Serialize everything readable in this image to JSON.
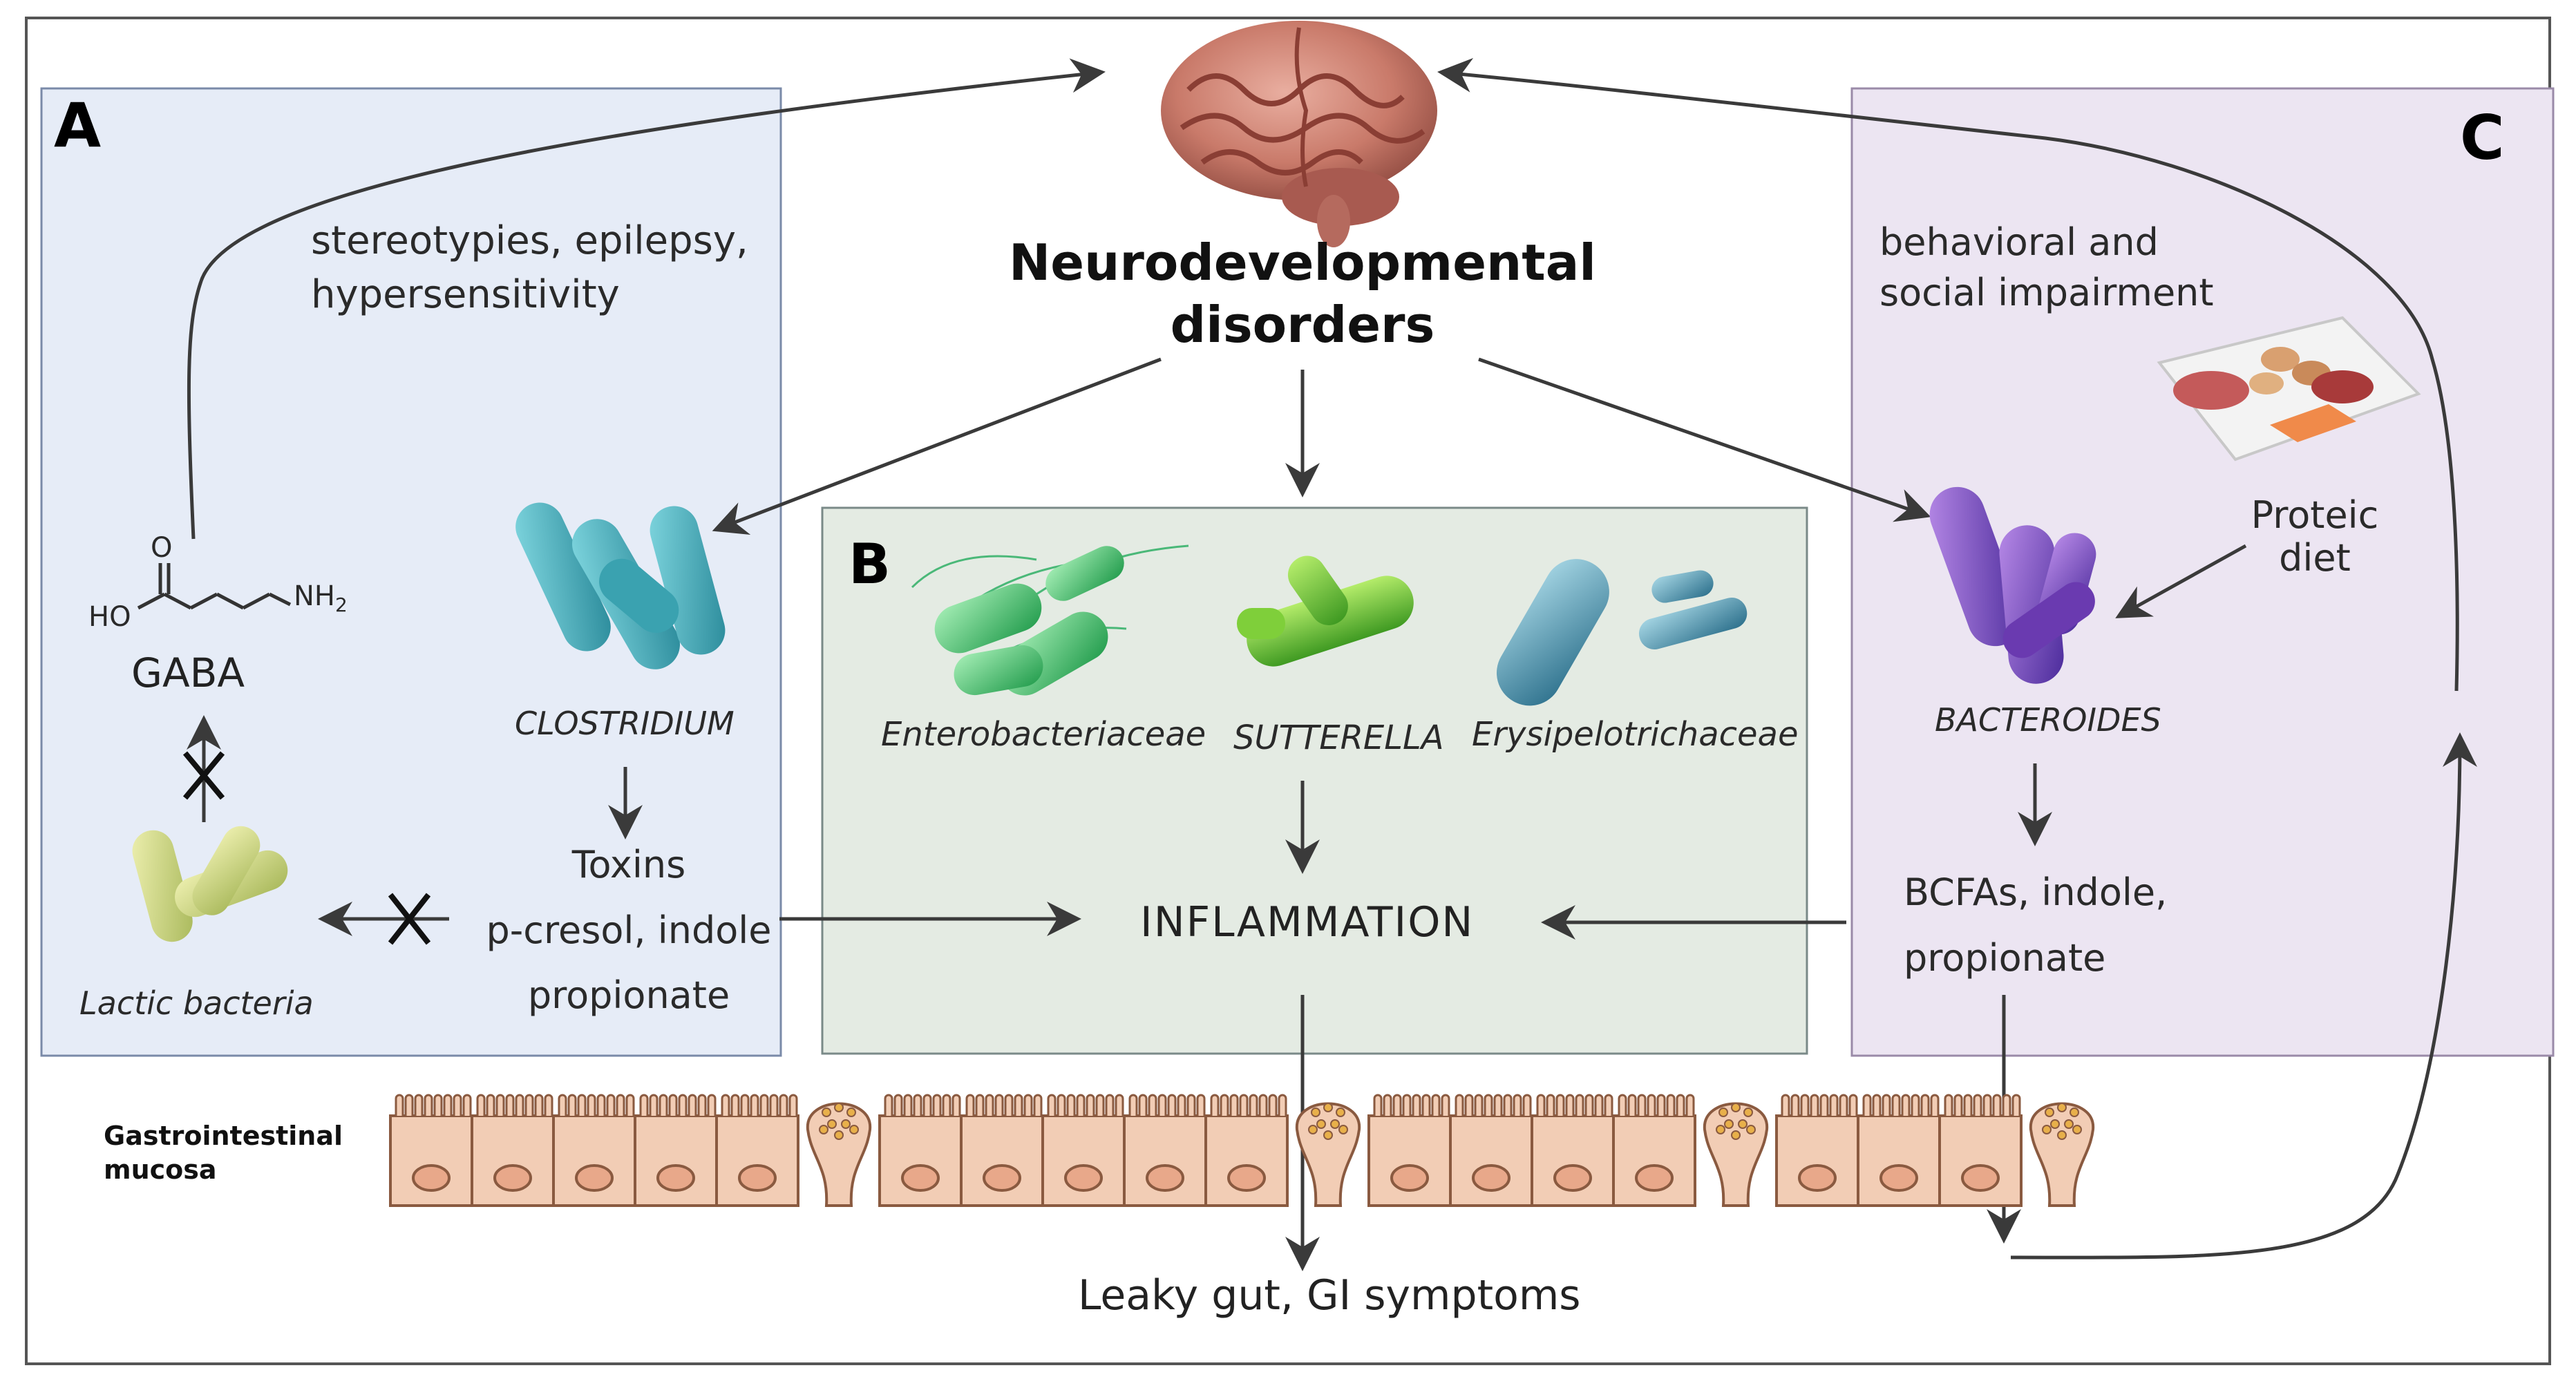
{
  "panels": {
    "a": {
      "letter": "A"
    },
    "b": {
      "letter": "B"
    },
    "c": {
      "letter": "C"
    }
  },
  "center": {
    "title_line1": "Neurodevelopmental",
    "title_line2": "disorders"
  },
  "panel_a": {
    "symptoms_line1": "stereotypies, epilepsy,",
    "symptoms_line2": "hypersensitivity",
    "gaba_label": "GABA",
    "molecule": {
      "o": "O",
      "ho": "HO",
      "nh2": "NH",
      "sub2": "2"
    },
    "clostridium_label": "CLOSTRIDIUM",
    "toxins_line1": "Toxins",
    "toxins_line2": "p-cresol, indole",
    "toxins_line3": "propionate",
    "lactic_label": "Lactic bacteria",
    "block_mark": "X"
  },
  "panel_b": {
    "enterobacteriaceae_label": "Enterobacteriaceae",
    "sutterella_label": "SUTTERELLA",
    "erysipelotrichaceae_label": "Erysipelotrichaceae",
    "inflammation_label": "INFLAMMATION"
  },
  "panel_c": {
    "symptoms_line1": "behavioral and",
    "symptoms_line2": "social impairment",
    "diet_line1": "Proteic",
    "diet_line2": "diet",
    "bacteroides_label": "BACTEROIDES",
    "metabolites_line1": "BCFAs, indole,",
    "metabolites_line2": "propionate"
  },
  "bottom": {
    "mucosa_line1": "Gastrointestinal",
    "mucosa_line2": "mucosa",
    "outcome": "Leaky gut, GI symptoms"
  },
  "colors": {
    "panel_a_bg": "#e6ecf7",
    "panel_b_bg": "#e4ebe3",
    "panel_c_bg": "#ece5f2",
    "letter_a": "#2e4f87",
    "letter_b": "#3a5a2a",
    "letter_c": "#5b2a6e",
    "arrow": "#3a3a3a"
  }
}
